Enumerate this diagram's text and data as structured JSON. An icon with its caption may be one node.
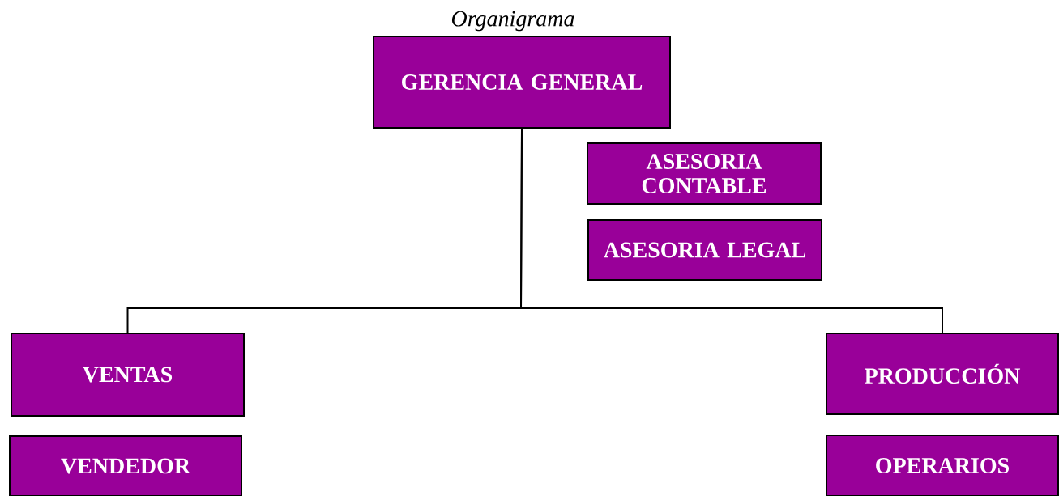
{
  "diagram": {
    "title": "Organigrama",
    "nodes": [
      {
        "text": [
          "GERENCIA GENERAL"
        ]
      },
      {
        "text": [
          "ASESORIA CONTABLE"
        ]
      },
      {
        "text": [
          "ASESORIA LEGAL"
        ]
      },
      {
        "text": [
          "VENTAS"
        ]
      },
      {
        "text": [
          "VENDEDOR"
        ]
      },
      {
        "text": [
          "PRODUCCIÓN"
        ]
      },
      {
        "text": [
          "OPERARIOS"
        ]
      }
    ],
    "edges": [
      {
        "from": 0,
        "to": 3,
        "arrow": "none"
      },
      {
        "from": 0,
        "to": 5,
        "arrow": "none"
      }
    ]
  }
}
